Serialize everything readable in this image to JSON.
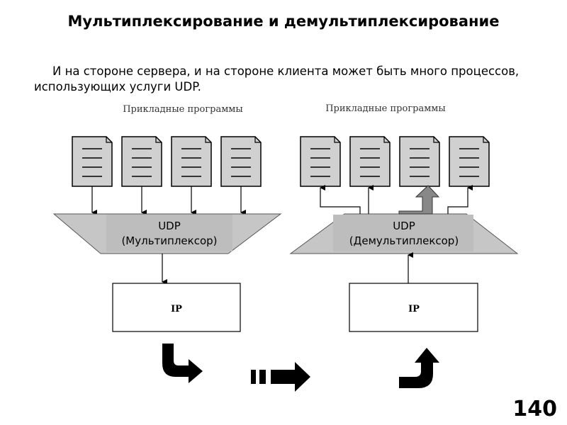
{
  "slide": {
    "title": "Мультиплексирование и демультиплексирование",
    "body": "И на стороне сервера, и на стороне клиента может быть много процессов, использующих услуги UDP.",
    "number": "140"
  },
  "left": {
    "apps_label": "Прикладные программы",
    "mux_line1": "UDP",
    "mux_line2": "(Мультиплексор)",
    "ip_label": "IP"
  },
  "right": {
    "apps_label": "Прикладные программы",
    "mux_line1": "UDP",
    "mux_line2": "(Демультиплексор)",
    "ip_label": "IP"
  },
  "colors": {
    "box_fill": "#d0d0d0",
    "trapezoid_fill": "#c6c6c6",
    "label_box_fill": "#bdbdbd"
  }
}
